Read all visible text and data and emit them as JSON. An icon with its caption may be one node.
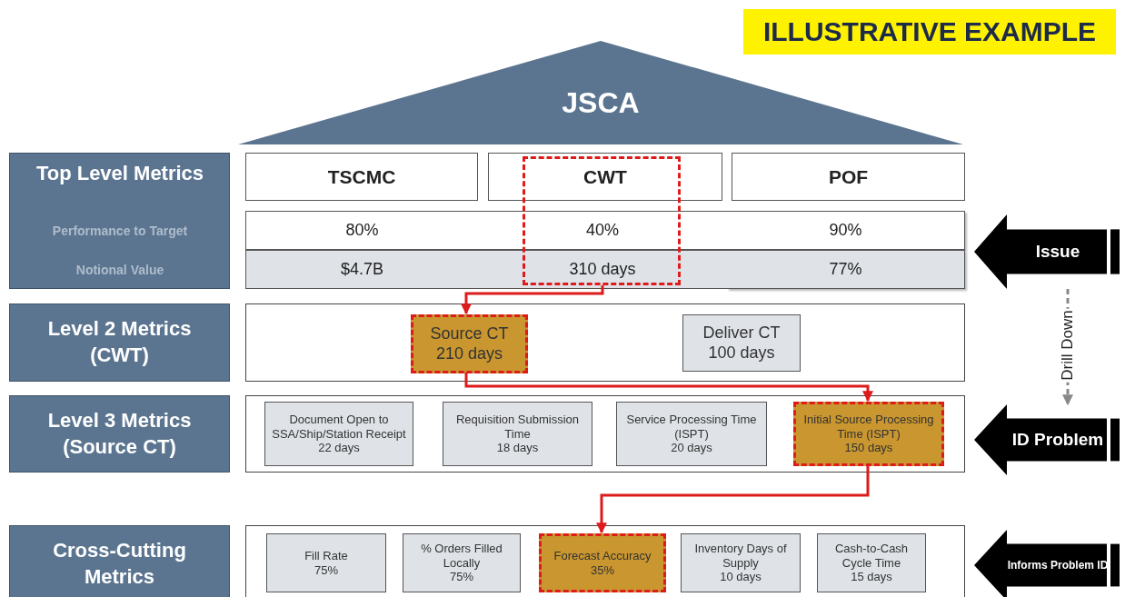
{
  "diagram": {
    "nodes": [
      {
        "text": [
          "ILLUSTRATIVE EXAMPLE"
        ]
      },
      {
        "text": [
          "JSCA"
        ]
      },
      {
        "text": [
          "Top Level Metrics",
          "Performance to Target",
          "Notional Value"
        ]
      },
      {
        "text": [
          "TSCMC"
        ]
      },
      {
        "text": [
          "CWT"
        ]
      },
      {
        "text": [
          "POF"
        ]
      },
      {
        "text": [
          "80%"
        ]
      },
      {
        "text": [
          "40%"
        ]
      },
      {
        "text": [
          "90%"
        ]
      },
      {
        "text": [
          "$4.7B"
        ]
      },
      {
        "text": [
          "310 days"
        ]
      },
      {
        "text": [
          "77%"
        ]
      },
      {
        "text": [],
        "shape": "box"
      },
      {
        "text": [
          "Level 2 Metrics (CWT)"
        ]
      },
      {
        "text": [],
        "shape": "box"
      },
      {
        "text": [
          "Source CT",
          "210 days"
        ],
        "in": 14
      },
      {
        "text": [
          "Deliver CT",
          "100 days"
        ],
        "in": 14
      },
      {
        "text": [
          "Level 3 Metrics (Source CT)"
        ]
      },
      {
        "text": [],
        "shape": "box"
      },
      {
        "text": [
          "Document Open to SSA/Ship/Station Receipt",
          "22 days"
        ],
        "in": 18
      },
      {
        "text": [
          "Requisition Submission Time",
          "18 days"
        ],
        "in": 18
      },
      {
        "text": [
          "Service Processing Time (ISPT)",
          "20 days"
        ],
        "in": 18
      },
      {
        "text": [
          "Initial Source Processing Time (ISPT)",
          "150 days"
        ],
        "in": 18
      },
      {
        "text": [
          "Cross-Cutting Metrics"
        ]
      },
      {
        "text": [],
        "shape": "box"
      },
      {
        "text": [
          "Fill Rate",
          "75%"
        ],
        "in": 24
      },
      {
        "text": [
          "% Orders Filled Locally",
          "75%"
        ],
        "in": 24
      },
      {
        "text": [
          "Forecast Accuracy",
          "35%"
        ],
        "in": 24
      },
      {
        "text": [
          "Inventory Days of Supply",
          "10 days"
        ],
        "in": 24
      },
      {
        "text": [
          "Cash-to-Cash Cycle Time",
          "15 days"
        ],
        "in": 24
      },
      {
        "text": [
          "Issue"
        ]
      },
      {
        "text": [
          "ID Problem"
        ]
      },
      {
        "text": [
          "Informs Problem ID"
        ]
      }
    ],
    "edges": [
      {
        "from": 12,
        "to": 15,
        "arrow": "to"
      },
      {
        "from": 15,
        "to": 22,
        "arrow": "to"
      },
      {
        "from": 22,
        "to": 27,
        "arrow": "to"
      },
      {
        "from": 30,
        "to": 31,
        "arrow": "to",
        "label": "Drill Down",
        "style": "dashed",
        "color": "#888888"
      }
    ]
  }
}
